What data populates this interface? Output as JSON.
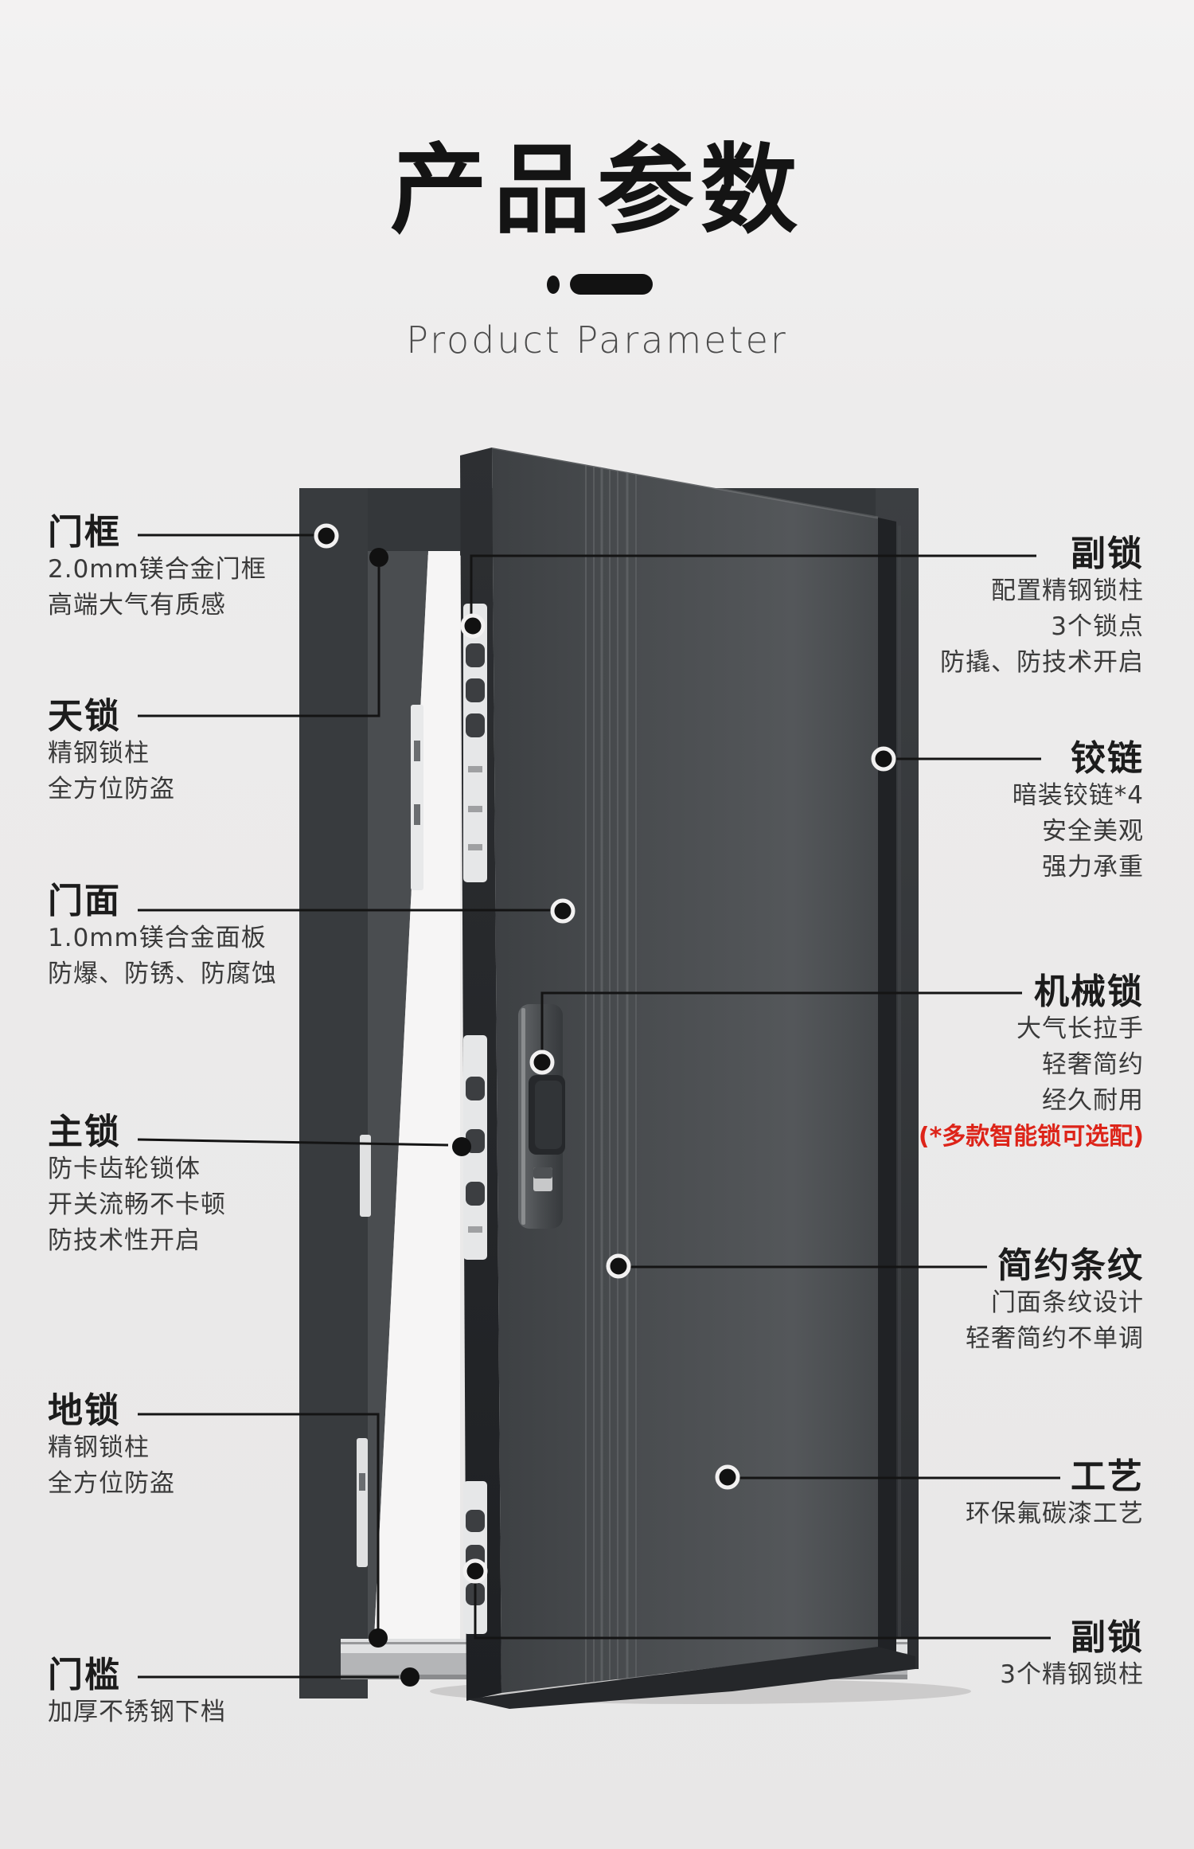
{
  "header": {
    "title": "产品参数",
    "subtitle": "Product Parameter"
  },
  "labels": {
    "left": [
      {
        "id": "door-frame",
        "title": "门框",
        "lines": [
          "2.0mm镁合金门框",
          "高端大气有质感"
        ]
      },
      {
        "id": "top-lock",
        "title": "天锁",
        "lines": [
          "精钢锁柱",
          "全方位防盗"
        ]
      },
      {
        "id": "door-face",
        "title": "门面",
        "lines": [
          "1.0mm镁合金面板",
          "防爆、防锈、防腐蚀"
        ]
      },
      {
        "id": "main-lock",
        "title": "主锁",
        "lines": [
          "防卡齿轮锁体",
          "开关流畅不卡顿",
          "防技术性开启"
        ]
      },
      {
        "id": "floor-lock",
        "title": "地锁",
        "lines": [
          "精钢锁柱",
          "全方位防盗"
        ]
      },
      {
        "id": "threshold",
        "title": "门槛",
        "lines": [
          "加厚不锈钢下档"
        ]
      }
    ],
    "right": [
      {
        "id": "aux-lock-top",
        "title": "副锁",
        "lines": [
          "配置精钢锁柱",
          "3个锁点",
          "防撬、防技术开启"
        ]
      },
      {
        "id": "hinge",
        "title": "铰链",
        "lines": [
          "暗装铰链*4",
          "安全美观",
          "强力承重"
        ]
      },
      {
        "id": "mechanical-lock",
        "title": "机械锁",
        "lines": [
          "大气长拉手",
          "轻奢简约",
          "经久耐用"
        ],
        "note": "(*多款智能锁可选配)"
      },
      {
        "id": "simple-stripes",
        "title": "简约条纹",
        "lines": [
          "门面条纹设计",
          "轻奢简约不单调"
        ]
      },
      {
        "id": "craft",
        "title": "工艺",
        "lines": [
          "环保氟碳漆工艺"
        ]
      },
      {
        "id": "aux-lock-bottom",
        "title": "副锁",
        "lines": [
          "3个精钢锁柱"
        ]
      }
    ]
  },
  "colors": {
    "background": "#ecebeb",
    "title_text": "#141414",
    "body_text": "#3a3a3a",
    "accent_red": "#dd2419",
    "door_face": "#4a4d50",
    "door_edge": "#26282b",
    "frame_dark": "#35383b",
    "hardware_silver": "#e6e7e8",
    "threshold_silver": "#c9cacb",
    "callout_line": "#141414"
  }
}
